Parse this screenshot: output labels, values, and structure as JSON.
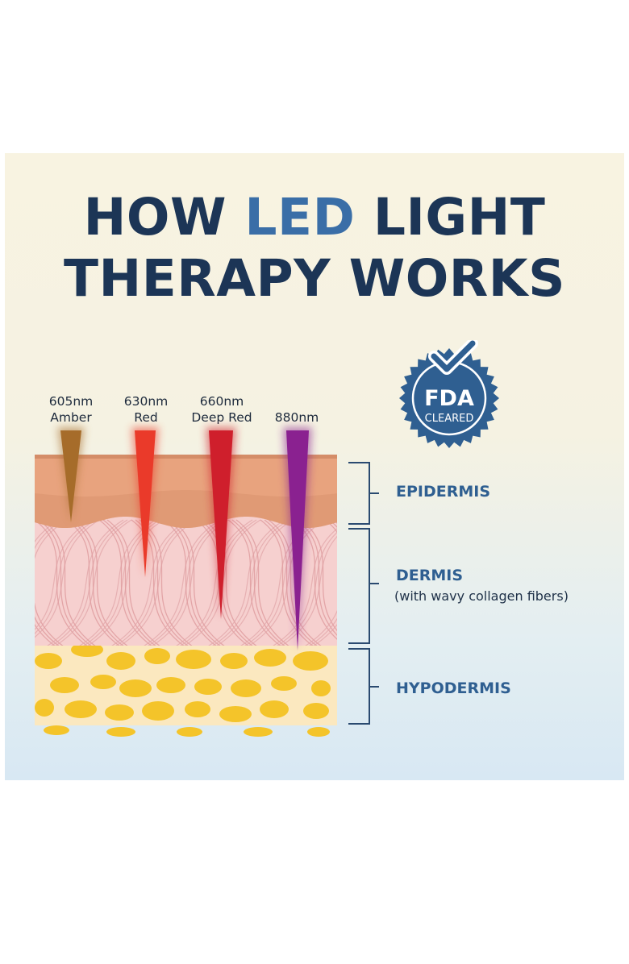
{
  "title": {
    "line1_prefix": "HOW",
    "line1_accent": "LED",
    "line1_suffix": "LIGHT",
    "line2": "THERAPY WORKS"
  },
  "badge": {
    "line1": "FDA",
    "line2": "CLEARED",
    "icon": "checkmark-seal-icon",
    "color": "#2f5f91"
  },
  "wavelengths": [
    {
      "nm": "605nm",
      "name": "Amber",
      "color": "#a66c2a",
      "depth": "epidermis"
    },
    {
      "nm": "630nm",
      "name": "Red",
      "color": "#ea3a2a",
      "depth": "upper dermis"
    },
    {
      "nm": "660nm",
      "name": "Deep Red",
      "color": "#cf1f2c",
      "depth": "mid dermis"
    },
    {
      "nm": "880nm",
      "name": "",
      "color": "#8a2190",
      "depth": "deep dermis"
    }
  ],
  "layers": [
    {
      "name": "EPIDERMIS",
      "note": "",
      "color": "#e8a37e"
    },
    {
      "name": "DERMIS",
      "note": "(with wavy collagen fibers)",
      "color": "#f6d0cf"
    },
    {
      "name": "HYPODERMIS",
      "note": "",
      "color": "#f7d98c"
    }
  ],
  "colors": {
    "title": "#1c3556",
    "accent": "#3a6ea7",
    "fat": "#f4c42a"
  }
}
